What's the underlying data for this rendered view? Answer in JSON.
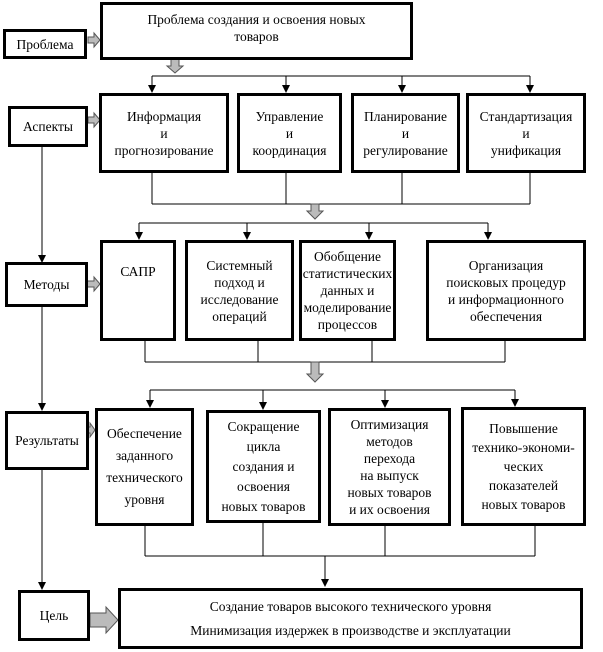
{
  "rows": {
    "problem": {
      "label": "Проблема",
      "items": [
        "Проблема создания и освоения новых\nтоваров"
      ]
    },
    "aspects": {
      "label": "Аспекты",
      "items": [
        "Информация\nи\nпрогнозирование",
        "Управление\nи\nкоординация",
        "Планирование\nи\nрегулирование",
        "Стандартизация\nи\nунификация"
      ]
    },
    "methods": {
      "label": "Методы",
      "items": [
        "САПР",
        "Системный\nподход и\nисследование\nопераций",
        "Обобщение\nстатистических\nданных и\nмоделирование\nпроцессов",
        "Организация\nпоисковых процедур\nи   информационного\nобеспечения"
      ]
    },
    "results": {
      "label": "Результаты",
      "items": [
        "Обеспечение\nзаданного\nтехнического\nуровня",
        "Сокращение\nцикла\nсоздания и\nосвоения\nновых товаров",
        "Оптимизация\nметодов\nперехода\nна выпуск\nновых товаров\nи их освоения",
        "Повышение\nтехнико-экономи-\nческих\nпоказателей\nновых товаров"
      ]
    },
    "goal": {
      "label": "Цель",
      "items": [
        "Создание товаров высокого технического уровня\nМинимизация издержек в производстве и эксплуатации"
      ]
    }
  }
}
